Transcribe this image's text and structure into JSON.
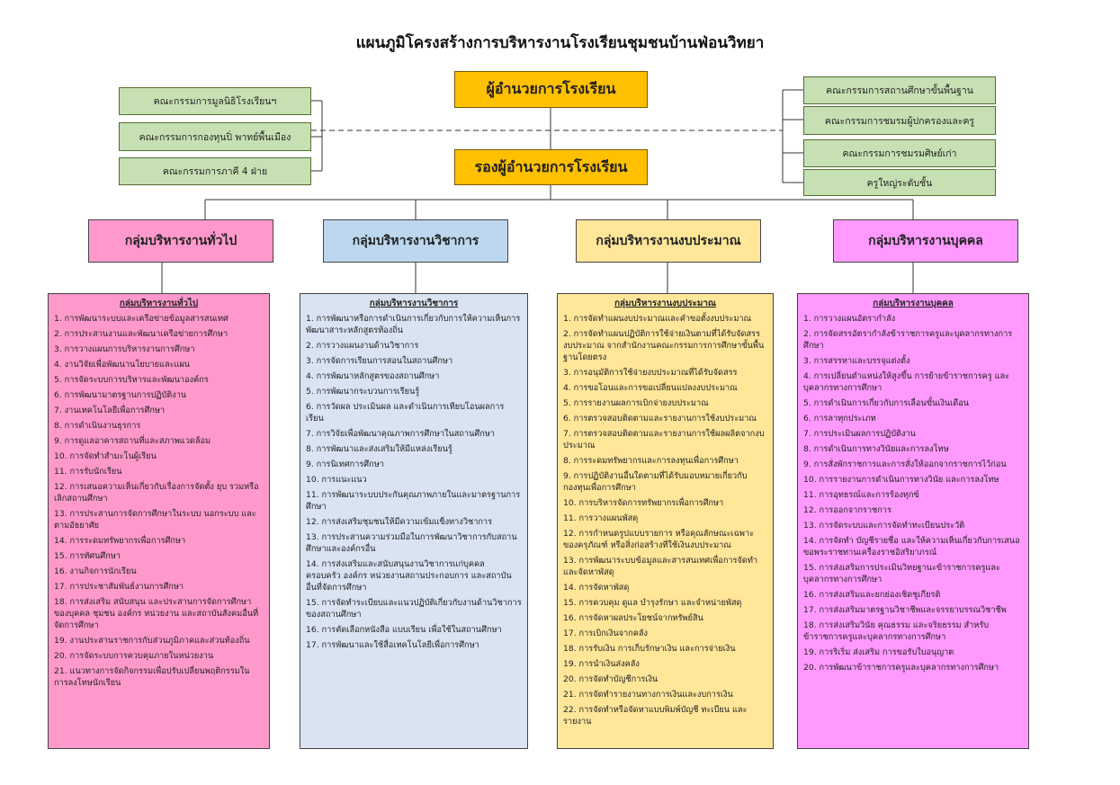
{
  "title": "แผนภูมิโครงสร้างการบริหารงานโรงเรียนชุมชนบ้านฟ่อนวิทยา",
  "director": "ผู้อำนวยการโรงเรียน",
  "deputy": "รองผู้อำนวยการโรงเรียน",
  "left_committees": [
    "คณะกรรมการมูลนิธิโรงเรียนฯ",
    "คณะกรรมการกองทุนปิ่ พาทย์พื้นเมือง",
    "คณะกรรมการภาคี 4 ฝ่าย"
  ],
  "right_committees": [
    "คณะกรรมการสถานศึกษาขั้นพื้นฐาน",
    "คณะกรรมการชมรมผู้ปกครองและครู",
    "คณะกรรมการชมรมศิษย์เก่า",
    "ครูใหญ่ระดับชั้น"
  ],
  "groups": [
    {
      "header": "กลุ่มบริหารงานทั่วไป",
      "title": "กลุ่มบริหารงานทั่วไป",
      "items": [
        "1. การพัฒนาระบบและเครือข่ายข้อมูลสารสนเทศ",
        "2. การประสานงานและพัฒนาเครือข่ายการศึกษา",
        "3. การวางแผนการบริหารงานการศึกษา",
        "4. งานวิจัยเพื่อพัฒนานโยบายและแผน",
        "5. การจัดระบบการบริหารและพัฒนาองค์กร",
        "6. การพัฒนามาตรฐานการปฏิบัติงาน",
        "7. งานเทคโนโลยีเพื่อการศึกษา",
        "8. การดำเนินงานธุรการ",
        "9. การดูแลอาคารสถานที่และสภาพแวดล้อม",
        "10. การจัดทำสำมะโนผู้เรียน",
        "11. การรับนักเรียน",
        "12. การเสนอความเห็นเกี่ยวกับเรื่องการจัดตั้ง ยุบ รวมหรือเลิกสถานศึกษา",
        "13. การประสานการจัดการศึกษาในระบบ นอกระบบ และตามอัธยาศัย",
        "14. การระดมทรัพยากรเพื่อการศึกษา",
        "15. การทัศนศึกษา",
        "16. งานกิจการนักเรียน",
        "17. การประชาสัมพันธ์งานการศึกษา",
        "18. การส่งเสริม สนับสนุน และประสานการจัดการศึกษาของบุคคล ชุมชน องค์กร หน่วยงาน และสถาบันสังคมอื่นที่จัดการศึกษา",
        "19. งานประสานราชการกับส่วนภูมิภาคและส่วนท้องถิ่น",
        "20. การจัดระบบการควบคุมภายในหน่วยงาน",
        "21. แนวทางการจัดกิจกรรมเพื่อปรับเปลี่ยนพฤติกรรมในการลงโทษนักเรียน"
      ]
    },
    {
      "header": "กลุ่มบริหารงานวิชาการ",
      "title": "กลุ่มบริหารงานวิชาการ",
      "items": [
        "1. การพัฒนาหรือการดำเนินการเกี่ยวกับการให้ความเห็นการพัฒนาสาระหลักสูตรท้องถิ่น",
        "2. การวางแผนงานด้านวิชาการ",
        "3. การจัดการเรียนการสอนในสถานศึกษา",
        "4. การพัฒนาหลักสูตรของสถานศึกษา",
        "5. การพัฒนากระบวนการเรียนรู้",
        "6. การวัดผล ประเมินผล และดำเนินการเทียบโอนผลการเรียน",
        "7. การวิจัยเพื่อพัฒนาคุณภาพการศึกษาในสถานศึกษา",
        "8. การพัฒนาและส่งเสริมให้มีแหล่งเรียนรู้",
        "9. การนิเทศการศึกษา",
        "10. การแนะแนว",
        "11. การพัฒนาระบบประกันคุณภาพภายในและมาตรฐานการศึกษา",
        "12. การส่งเสริมชุมชนให้มีความเข้มแข็งทางวิชาการ",
        "13. การประสานความร่วมมือในการพัฒนาวิชาการกับสถานศึกษาและองค์กรอื่น",
        "14. การส่งเสริมและสนับสนุนงานวิชาการแก่บุคคล ครอบครัว องค์กร หน่วยงานสถานประกอบการ และสถาบันอื่นที่จัดการศึกษา",
        "15. การจัดทำระเบียบและแนวปฏิบัติเกี่ยวกับงานด้านวิชาการของสถานศึกษา",
        "16. การคัดเลือกหนังสือ แบบเรียน เพื่อใช้ในสถานศึกษา",
        "17. การพัฒนาและใช้สื่อเทคโนโลยีเพื่อการศึกษา"
      ]
    },
    {
      "header": "กลุ่มบริหารงานงบประมาณ",
      "title": "กลุ่มบริหารงานงบประมาณ",
      "items": [
        "1. การจัดทำแผนงบประมาณและคำขอตั้งงบประมาณ",
        "2. การจัดทำแผนปฏิบัติการใช้จ่ายเงินตามที่ได้รับจัดสรรงบประมาณ จากสำนักงานคณะกรรมการการศึกษาขั้นพื้นฐานโดยตรง",
        "3. การอนุมัติการใช้จ่ายงบประมาณที่ได้รับจัดสรร",
        "4. การขอโอนและการขอเปลี่ยนแปลงงบประมาณ",
        "5. การรายงานผลการเบิกจ่ายงบประมาณ",
        "6. การตรวจสอบติดตามและรายงานการใช้งบประมาณ",
        "7. การตรวจสอบติดตามและรายงานการใช้ผลผลิตจากงบประมาณ",
        "8. การระดมทรัพยากรและการลงทุนเพื่อการศึกษา",
        "9. การปฏิบัติงานอื่นใดตามที่ได้รับมอบหมายเกี่ยวกับกองทุนเพื่อการศึกษา",
        "10. การบริหารจัดการทรัพยากรเพื่อการศึกษา",
        "11. การวางแผนพัสดุ",
        "12. การกำหนดรูปแบบรายการ หรือคุณลักษณะเฉพาะของครุภัณฑ์ หรือสิ่งก่อสร้างที่ใช้เงินงบประมาณ",
        "13. การพัฒนาระบบข้อมูลและสารสนเทศเพื่อการจัดทำและจัดหาพัสดุ",
        "14. การจัดหาพัสดุ",
        "15. การควบคุม ดูแล บำรุงรักษา และจำหน่ายพัสดุ",
        "16. การจัดหาผลประโยชน์จากทรัพย์สิน",
        "17. การเบิกเงินจากคลัง",
        "18. การรับเงิน การเก็บรักษาเงิน และการจ่ายเงิน",
        "19. การนำเงินส่งคลัง",
        "20. การจัดทำบัญชีการเงิน",
        "21. การจัดทำรายงานทางการเงินและงบการเงิน",
        "22. การจัดทำหรือจัดหาแบบพิมพ์บัญชี ทะเบียน และรายงาน"
      ]
    },
    {
      "header": "กลุ่มบริหารงานบุคคล",
      "title": "กลุ่มบริหารงานบุคคล",
      "items": [
        "1. การวางแผนอัตรากำลัง",
        "2. การจัดสรรอัตรากำลังข้าราชการครูและบุคลากรทางการศึกษา",
        "3. การสรรหาและบรรจุแต่งตั้ง",
        "4. การเปลี่ยนตำแหน่งให้สูงขึ้น การย้ายข้าราชการครู และบุคลากรทางการศึกษา",
        "5. การดำเนินการเกี่ยวกับการเลื่อนขั้นเงินเดือน",
        "6. การลาทุกประเภท",
        "7. การประเมินผลการปฏิบัติงาน",
        "8. การดำเนินการทางวินัยและการลงโทษ",
        "9. การสั่งพักราชการและการสั่งให้ออกจากราชการไว้ก่อน",
        "10. การรายงานการดำเนินการทางวินัย และการลงโทษ",
        "11. การอุทธรณ์และการร้องทุกข์",
        "12. การออกจากราชการ",
        "13. การจัดระบบและการจัดทำทะเบียนประวัติ",
        "14. การจัดทำ บัญชีรายชื่อ และให้ความเห็นเกี่ยวกับการเสนอขอพระราชทานเครื่องราชอิสริยาภรณ์",
        "15. การส่งเสริมการประเมินวิทยฐานะข้าราชการครูและบุคลากรทางการศึกษา",
        "16. การส่งเสริมและยกย่องเชิดชูเกียรติ",
        "17. การส่งเสริมมาตรฐานวิชาชีพและจรรยาบรรณวิชาชีพ",
        "18. การส่งเสริมวินัย คุณธรรม และจริยธรรม สำหรับข้าราชการครูและบุคลากรทางการศึกษา",
        "19. การริเริ่ม ส่งเสริม การขอรับใบอนุญาต",
        "20. การพัฒนาข้าราชการครูและบุคลากรทางการศึกษา"
      ]
    }
  ]
}
